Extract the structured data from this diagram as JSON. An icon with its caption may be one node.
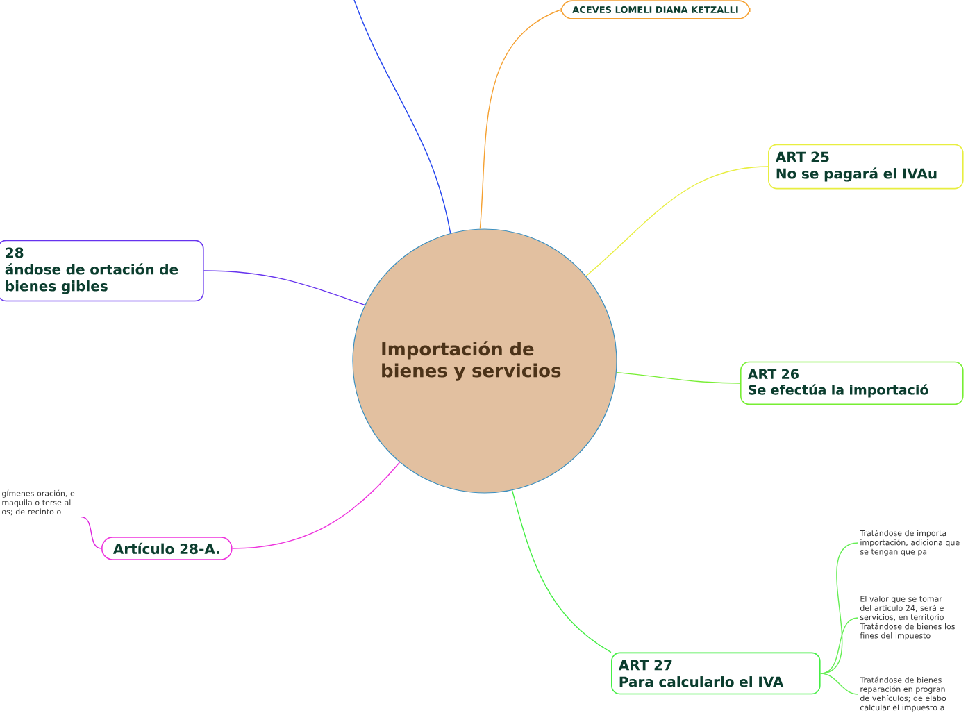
{
  "diagram": {
    "nodes": [
      {
        "text": [
          "Importación de bienes y servicios"
        ]
      },
      {
        "text": [
          "ACEVES LOMELI DIANA KETZALLI"
        ]
      },
      {
        "text": [
          "ART 25",
          "No se pagará el IVAu"
        ]
      },
      {
        "text": [
          "ART 26",
          "Se efectúa la importació"
        ]
      },
      {
        "text": [
          "ART 27",
          "Para calcularlo el IVA"
        ]
      },
      {
        "text": [
          "Tratándose de importa importación, adiciona que se tengan que pa"
        ]
      },
      {
        "text": [
          "El valor que se tomar del artículo 24, será e servicios, en territorio Tratándose de bienes los fines del impuesto"
        ]
      },
      {
        "text": [
          "Tratándose de bienes reparación en progran de vehículos; de elabo calcular el impuesto a"
        ]
      },
      {
        "text": [
          "Artículo 28-A."
        ]
      },
      {
        "text": [
          "gímenes oración, e maquila o terse al os; de recinto o"
        ]
      },
      {
        "text": [
          "28",
          "ándose de ortación de bienes gibles"
        ]
      }
    ],
    "edges": [
      {
        "from": 0,
        "to": 1,
        "arrow": "none",
        "color": "#f5a030"
      },
      {
        "from": 0,
        "to": 2,
        "arrow": "none",
        "color": "#e8ee40"
      },
      {
        "from": 0,
        "to": 3,
        "arrow": "none",
        "color": "#77ee33"
      },
      {
        "from": 0,
        "to": 4,
        "arrow": "none",
        "color": "#44ee44"
      },
      {
        "from": 4,
        "to": 5,
        "arrow": "none",
        "color": "#66ee55"
      },
      {
        "from": 4,
        "to": 6,
        "arrow": "none",
        "color": "#66ee55"
      },
      {
        "from": 4,
        "to": 7,
        "arrow": "none",
        "color": "#66ee55"
      },
      {
        "from": 0,
        "to": 8,
        "arrow": "none",
        "color": "#ee33dd"
      },
      {
        "from": 8,
        "to": 9,
        "arrow": "none",
        "color": "#dd22dd"
      },
      {
        "from": 0,
        "to": 10,
        "arrow": "none",
        "color": "#6633ee"
      },
      {
        "from": 0,
        "to": null,
        "arrow": "none",
        "color": "#2244ee"
      }
    ]
  }
}
